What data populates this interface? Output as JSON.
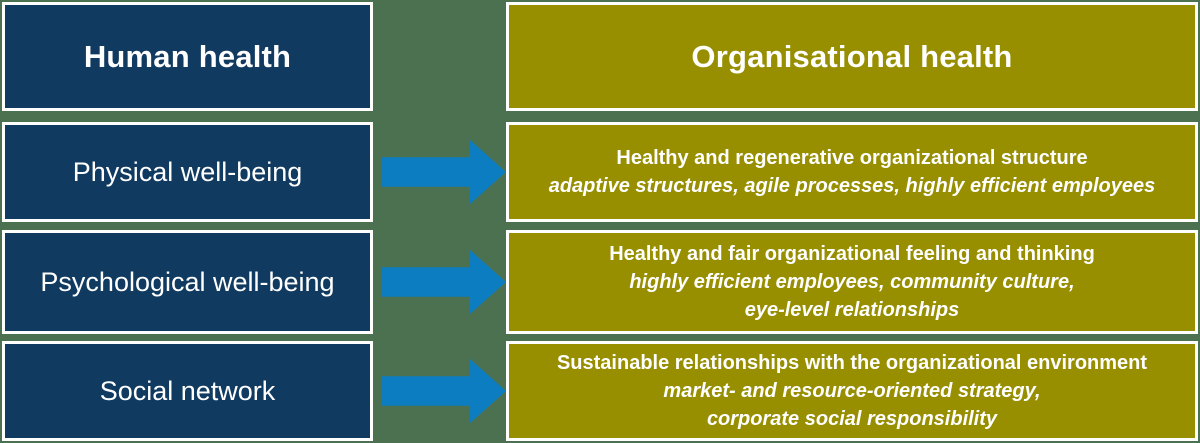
{
  "palette": {
    "navy": "#113a60",
    "olive": "#978e00",
    "green": "#4b7151",
    "arrow_blue": "#0d7dc2",
    "text_white": "#ffffff"
  },
  "left_column": {
    "header": "Human health",
    "items": [
      "Physical well-being",
      "Psychological well-being",
      "Social network"
    ]
  },
  "right_column": {
    "header": "Organisational health",
    "items": [
      {
        "title": "Healthy and regenerative organizational structure",
        "subtitle_lines": [
          "adaptive structures, agile processes, highly efficient employees"
        ]
      },
      {
        "title": "Healthy and fair organizational feeling and thinking",
        "subtitle_lines": [
          "highly efficient employees, community culture,",
          "eye-level relationships"
        ]
      },
      {
        "title": "Sustainable relationships with the organizational environment",
        "subtitle_lines": [
          "market- and resource-oriented strategy,",
          "corporate social responsibility"
        ]
      }
    ]
  },
  "arrows": {
    "count": 3,
    "direction": "right"
  }
}
